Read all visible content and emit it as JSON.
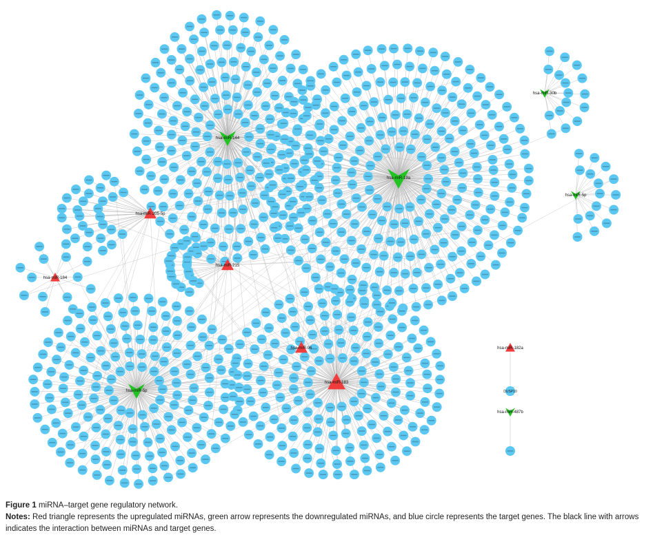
{
  "figure": {
    "label": "Figure 1",
    "title": "miRNA–target gene regulatory network.",
    "notes_label": "Notes:",
    "notes_text": "Red triangle represents the upregulated miRNAs, green arrow represents the downregulated miRNAs, and blue circle represents the target genes. The black line with arrows indicates the interaction between miRNAs and target genes."
  },
  "colors": {
    "upregulated": "#f03c3c",
    "downregulated": "#22c322",
    "target": "#5cc8f2",
    "edge": "#b4b4b4",
    "arrow": "#111111"
  },
  "network": {
    "mirnas": [
      {
        "id": "m19a",
        "label": "hsa-miR-19a",
        "regulation": "down"
      },
      {
        "id": "m144",
        "label": "hsa-miR-144",
        "regulation": "down"
      },
      {
        "id": "m205",
        "label": "hsa-miR-205-5p",
        "regulation": "up"
      },
      {
        "id": "m215",
        "label": "hsa-miR-215",
        "regulation": "up"
      },
      {
        "id": "m184",
        "label": "hsa-miR-184",
        "regulation": "up"
      },
      {
        "id": "mtr1",
        "label": "hsa-miR-30b",
        "regulation": "down"
      },
      {
        "id": "mtr2",
        "label": "hsa-miR-5p",
        "regulation": "down"
      },
      {
        "id": "mb1",
        "label": "hsa-miR-96",
        "regulation": "up"
      },
      {
        "id": "mb2",
        "label": "hsa-miR-183",
        "regulation": "up"
      },
      {
        "id": "mbg",
        "label": "hsa-miR-5p",
        "regulation": "down"
      },
      {
        "id": "mr1",
        "label": "hsa-miR-182a",
        "regulation": "up"
      },
      {
        "id": "mr2",
        "label": "hsa-miR-487b",
        "regulation": "down"
      }
    ],
    "named_targets": [
      {
        "label": "DUSP10",
        "regulator": "mr1"
      }
    ]
  }
}
